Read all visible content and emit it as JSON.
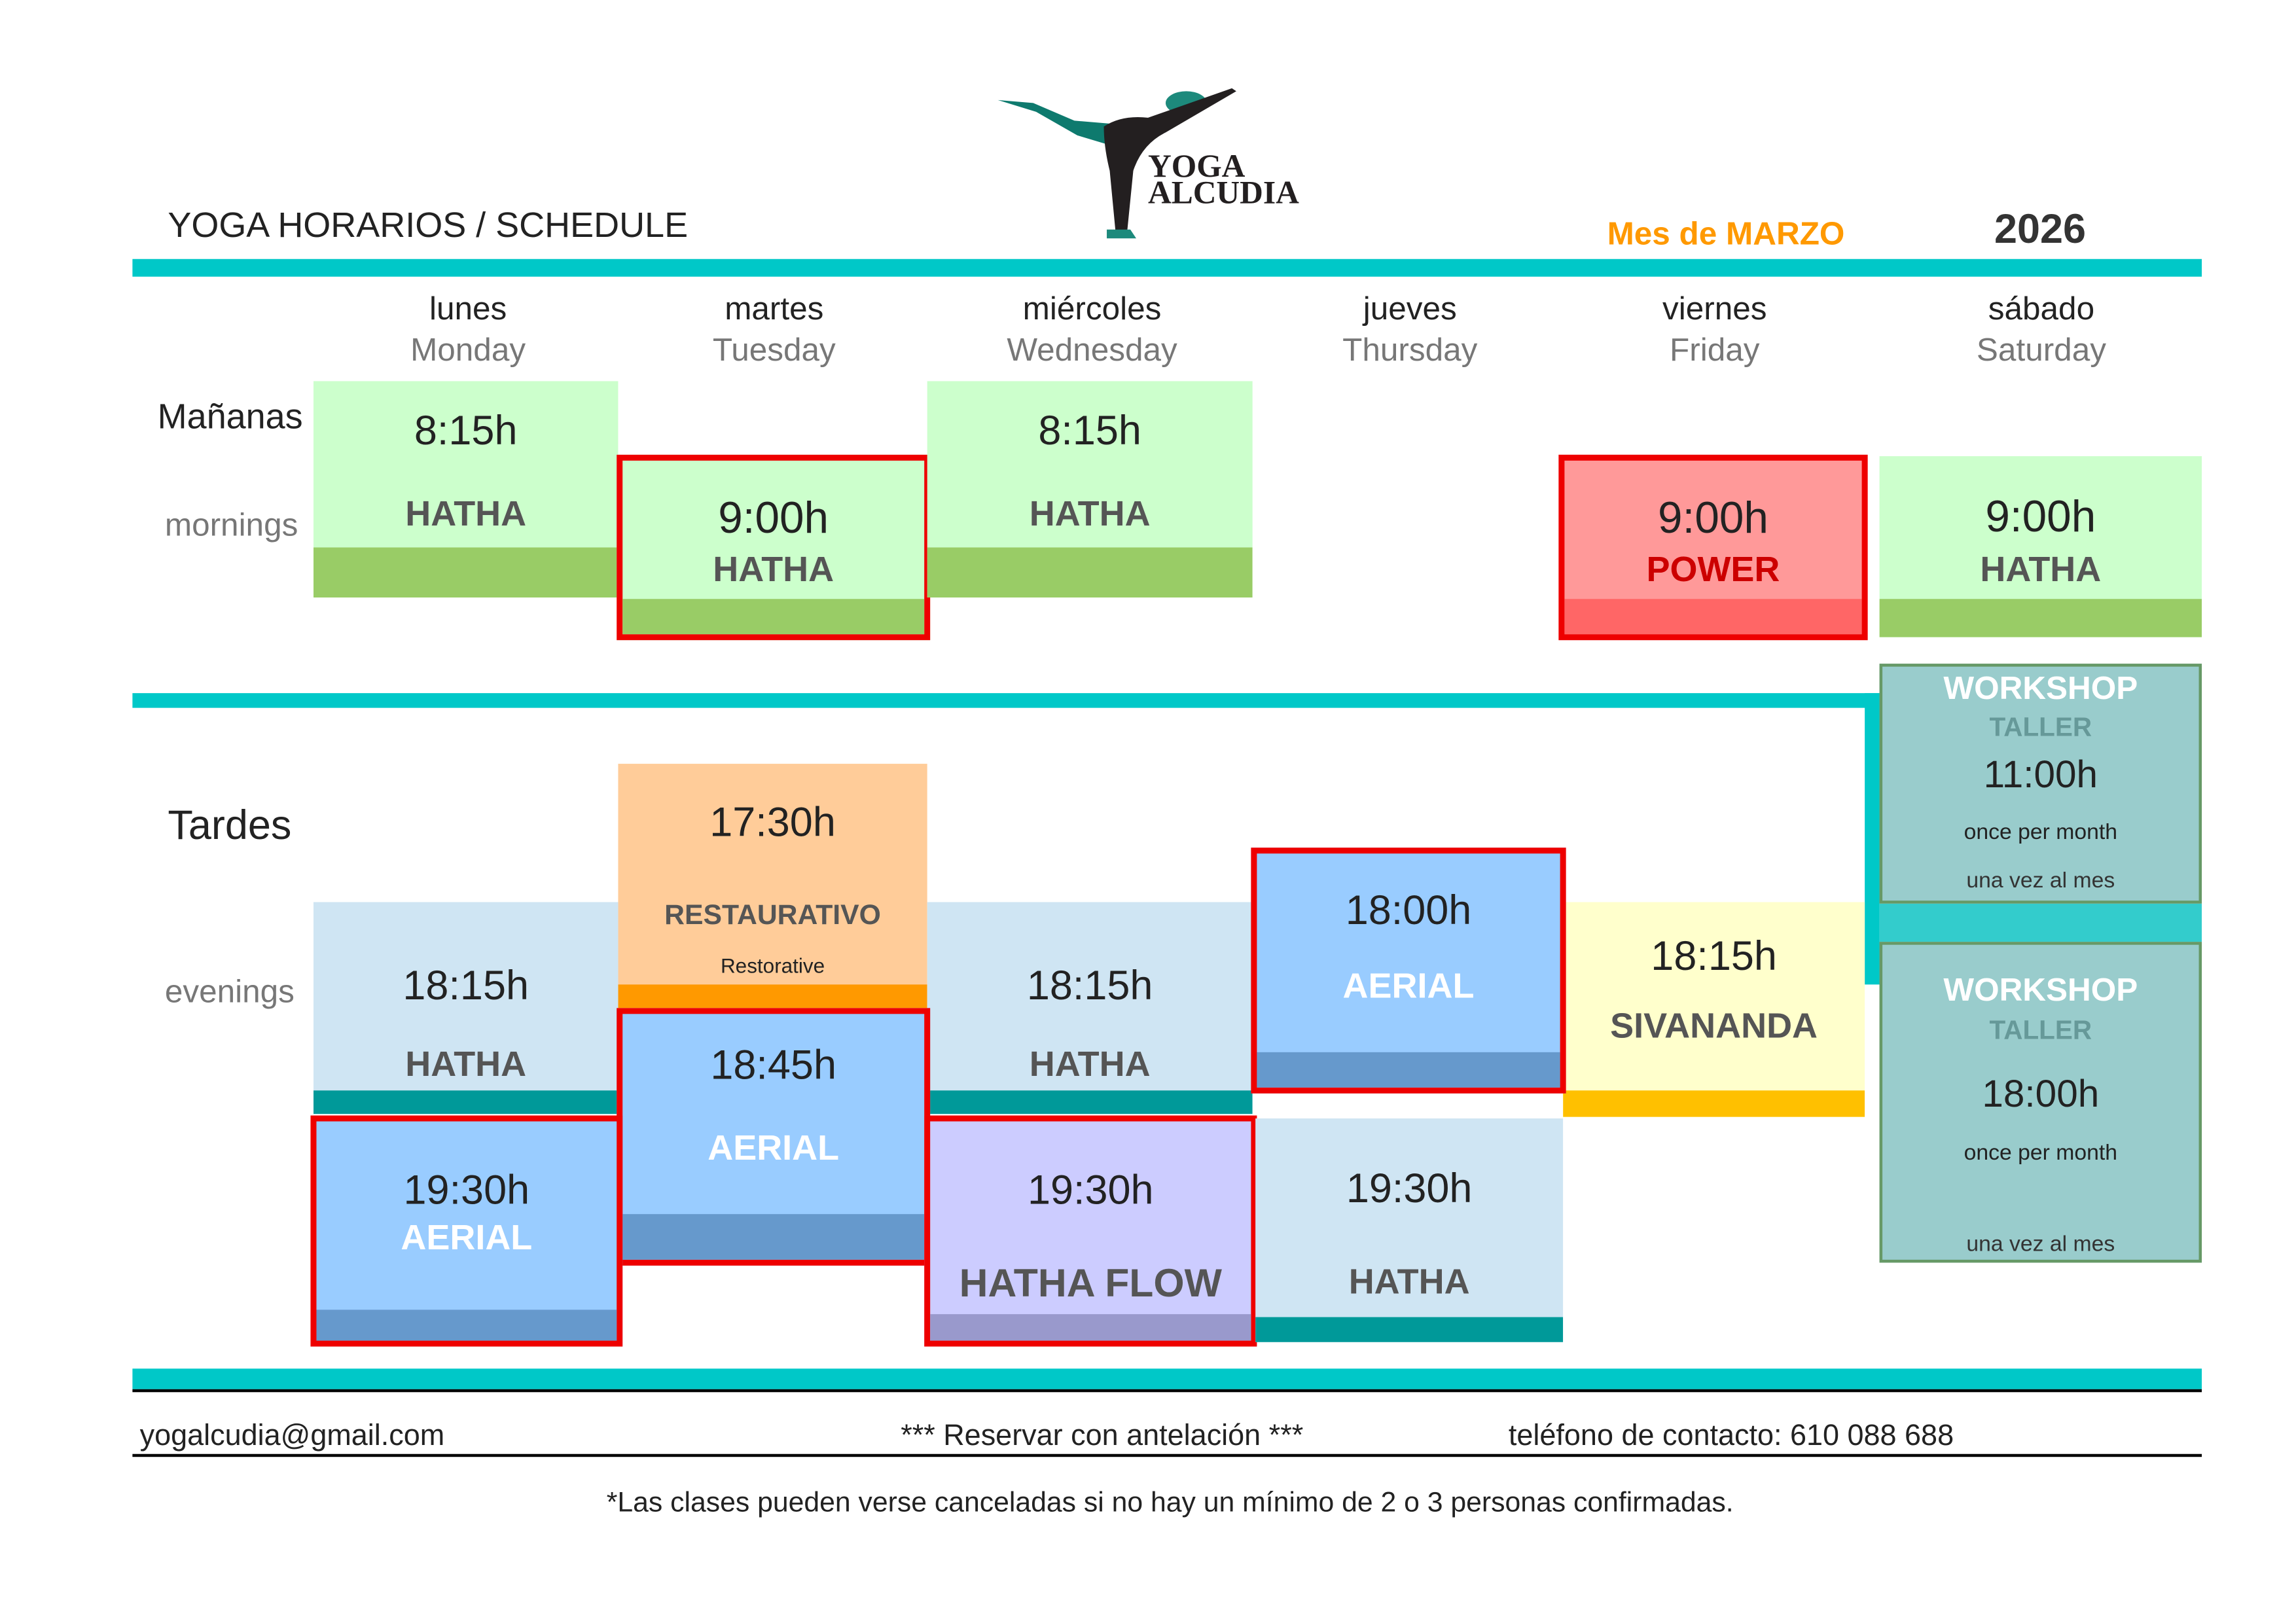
{
  "header": {
    "title": "YOGA HORARIOS / SCHEDULE",
    "month": "Mes de MARZO",
    "year": "2026",
    "logo_text": [
      "YOGA",
      "ALCUDIA"
    ]
  },
  "days": [
    {
      "es": "lunes",
      "en": "Monday"
    },
    {
      "es": "martes",
      "en": "Tuesday"
    },
    {
      "es": "miércoles",
      "en": "Wednesday"
    },
    {
      "es": "jueves",
      "en": "Thursday"
    },
    {
      "es": "viernes",
      "en": "Friday"
    },
    {
      "es": "sábado",
      "en": "Saturday"
    }
  ],
  "sections": {
    "morning_es": "Mañanas",
    "morning_en": "mornings",
    "evening_es": "Tardes",
    "evening_en": "evenings"
  },
  "morning": {
    "mon": {
      "time": "8:15h",
      "class": "HATHA"
    },
    "tue": {
      "time": "9:00h",
      "class": "HATHA"
    },
    "wed": {
      "time": "8:15h",
      "class": "HATHA"
    },
    "fri": {
      "time": "9:00h",
      "class": "POWER"
    },
    "sat": {
      "time": "9:00h",
      "class": "HATHA"
    }
  },
  "evening": {
    "mon1": {
      "time": "18:15h",
      "class": "HATHA"
    },
    "mon2": {
      "time": "19:30h",
      "class": "AERIAL"
    },
    "tue1": {
      "time": "17:30h",
      "class": "RESTAURATIVO",
      "sub": "Restorative"
    },
    "tue2": {
      "time": "18:45h",
      "class": "AERIAL"
    },
    "wed1": {
      "time": "18:15h",
      "class": "HATHA"
    },
    "wed2": {
      "time": "19:30h",
      "class": "HATHA FLOW"
    },
    "thu1": {
      "time": "18:00h",
      "class": "AERIAL"
    },
    "thu2": {
      "time": "19:30h",
      "class": "HATHA"
    },
    "fri1": {
      "time": "18:15h",
      "class": "SIVANANDA"
    }
  },
  "workshops": [
    {
      "title": "WORKSHOP",
      "subtitle": "TALLER",
      "time": "11:00h",
      "freq_en": "once per month",
      "freq_es": "una vez al mes"
    },
    {
      "title": "WORKSHOP",
      "subtitle": "TALLER",
      "time": "18:00h",
      "freq_en": "once per month",
      "freq_es": "una vez al mes"
    }
  ],
  "footer": {
    "email": "yogalcudia@gmail.com",
    "reserve": "*** Reservar con antelación ***",
    "phone": "teléfono de contacto: 610 088 688",
    "disclaimer": "*Las clases pueden verse canceladas si no hay un mínimo de 2 o 3 personas confirmadas."
  },
  "colors": {
    "teal": "#00c8c8",
    "red_border": "#ee0000",
    "accent_orange": "#ff9900"
  }
}
